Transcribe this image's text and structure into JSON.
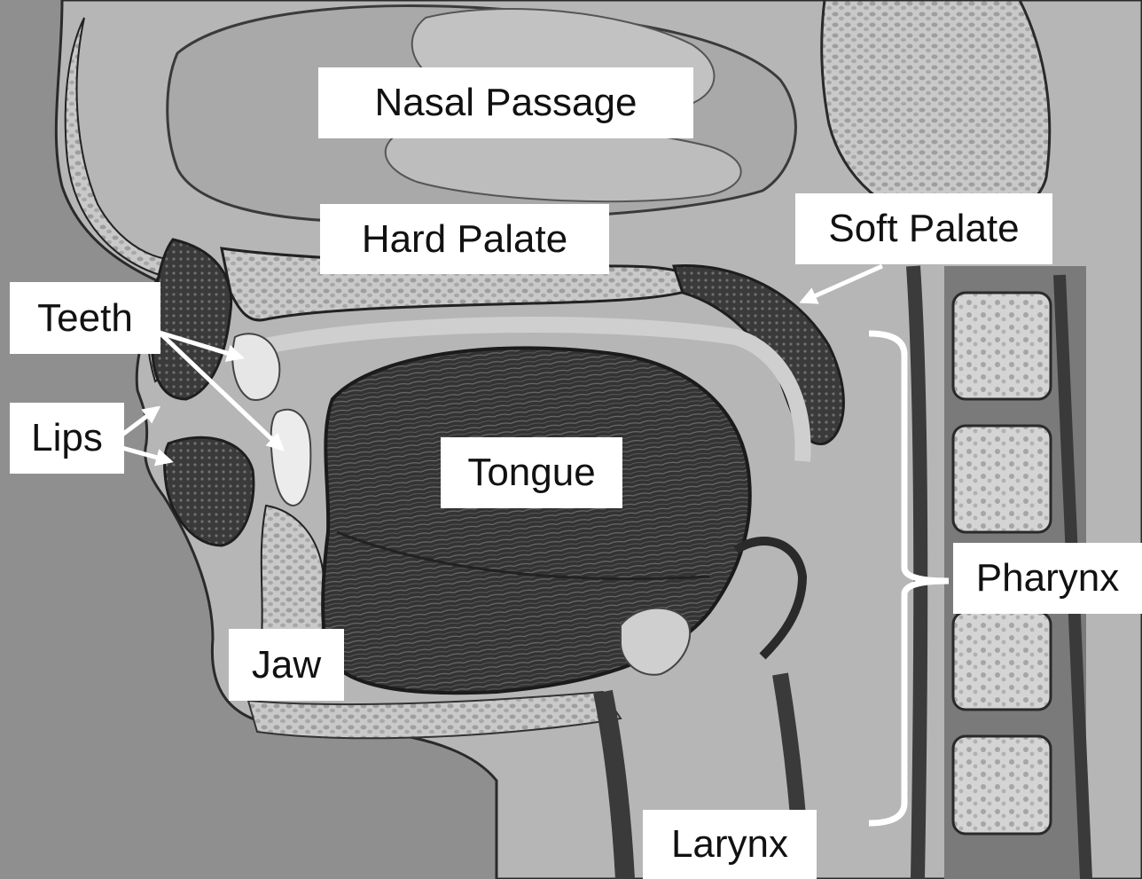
{
  "labels": {
    "nasal_passage": "Nasal Passage",
    "hard_palate": "Hard Palate",
    "soft_palate": "Soft Palate",
    "teeth": "Teeth",
    "lips": "Lips",
    "tongue": "Tongue",
    "pharynx": "Pharynx",
    "jaw": "Jaw",
    "larynx": "Larynx"
  },
  "colors": {
    "label_background": "#ffffff",
    "label_text": "#111111",
    "arrow": "#ffffff",
    "model_light": "#b9b9b9",
    "model_mid": "#9a9a9a",
    "muscle_dark": "#2e2e2e",
    "background": "#8f8f8f"
  }
}
